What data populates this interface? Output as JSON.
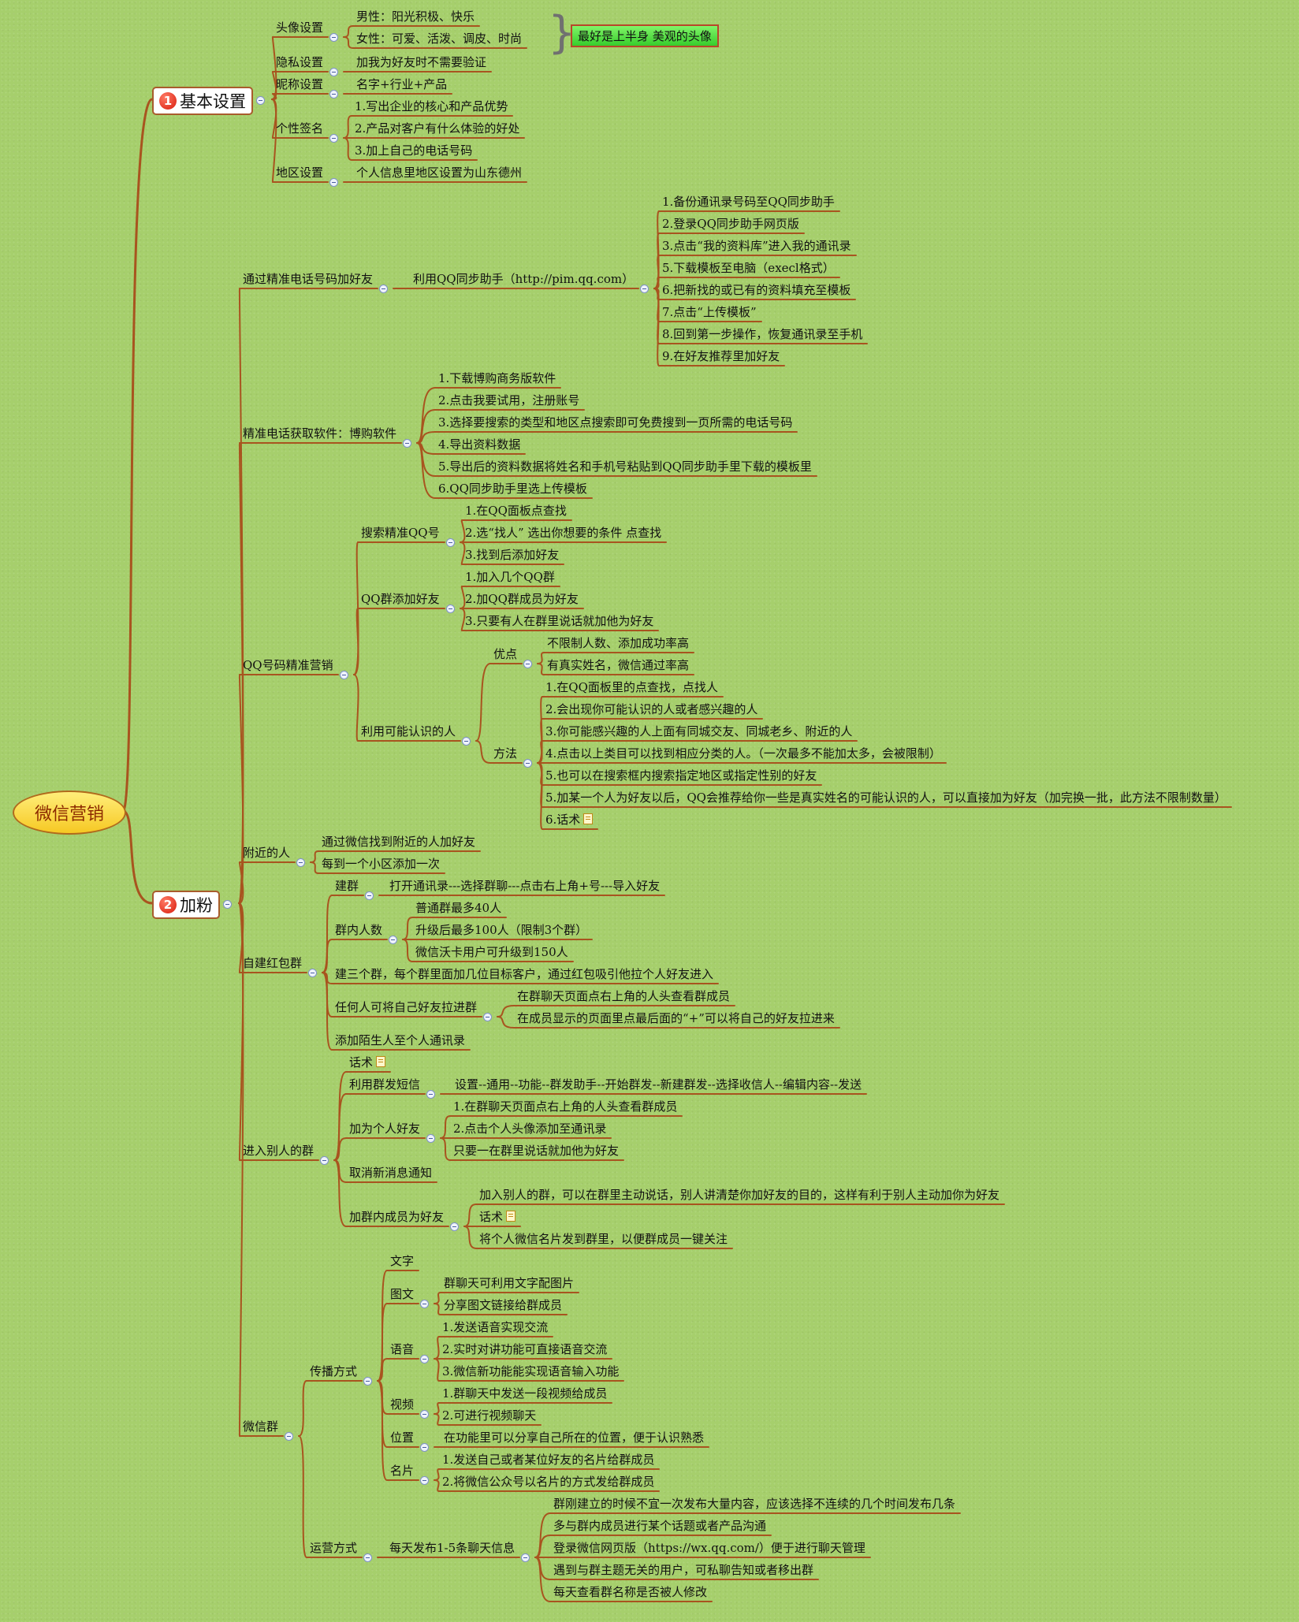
{
  "root": "微信营销",
  "branches": [
    {
      "num": "1",
      "label": "基本设置",
      "children": [
        {
          "label": "头像设置",
          "children": [
            {
              "label": "男性：阳光积极、快乐"
            },
            {
              "label": "女性：可爱、活泼、调皮、时尚"
            }
          ],
          "callout": "最好是上半身 美观的头像"
        },
        {
          "label": "隐私设置",
          "children": [
            {
              "label": "加我为好友时不需要验证"
            }
          ]
        },
        {
          "label": "昵称设置",
          "children": [
            {
              "label": "名字+行业+产品"
            }
          ]
        },
        {
          "label": "个性签名",
          "children": [
            {
              "label": "1.写出企业的核心和产品优势"
            },
            {
              "label": "2.产品对客户有什么体验的好处"
            },
            {
              "label": "3.加上自己的电话号码"
            }
          ]
        },
        {
          "label": "地区设置",
          "children": [
            {
              "label": "个人信息里地区设置为山东德州"
            }
          ]
        }
      ]
    },
    {
      "num": "2",
      "label": "加粉",
      "children": [
        {
          "label": "通过精准电话号码加好友",
          "children": [
            {
              "label": "利用QQ同步助手（http://pim.qq.com）",
              "children": [
                {
                  "label": "1.备份通讯录号码至QQ同步助手"
                },
                {
                  "label": "2.登录QQ同步助手网页版"
                },
                {
                  "label": "3.点击“我的资料库”进入我的通讯录"
                },
                {
                  "label": "5.下载模板至电脑（execl格式）"
                },
                {
                  "label": "6.把新找的或已有的资料填充至模板"
                },
                {
                  "label": "7.点击“上传模板”"
                },
                {
                  "label": "8.回到第一步操作，恢复通讯录至手机"
                },
                {
                  "label": "9.在好友推荐里加好友"
                }
              ]
            }
          ]
        },
        {
          "label": "精准电话获取软件：博购软件",
          "children": [
            {
              "label": "1.下载博购商务版软件"
            },
            {
              "label": "2.点击我要试用，注册账号"
            },
            {
              "label": "3.选择要搜索的类型和地区点搜索即可免费搜到一页所需的电话号码"
            },
            {
              "label": "4.导出资料数据"
            },
            {
              "label": "5.导出后的资料数据将姓名和手机号粘贴到QQ同步助手里下载的模板里"
            },
            {
              "label": "6.QQ同步助手里选上传模板"
            }
          ]
        },
        {
          "label": "QQ号码精准营销",
          "children": [
            {
              "label": "搜索精准QQ号",
              "children": [
                {
                  "label": "1.在QQ面板点查找"
                },
                {
                  "label": "2.选“找人” 选出你想要的条件 点查找"
                },
                {
                  "label": "3.找到后添加好友"
                }
              ]
            },
            {
              "label": "QQ群添加好友",
              "children": [
                {
                  "label": "1.加入几个QQ群"
                },
                {
                  "label": "2.加QQ群成员为好友"
                },
                {
                  "label": "3.只要有人在群里说话就加他为好友"
                }
              ]
            },
            {
              "label": "利用可能认识的人",
              "children": [
                {
                  "label": "优点",
                  "children": [
                    {
                      "label": "不限制人数、添加成功率高"
                    },
                    {
                      "label": "有真实姓名，微信通过率高"
                    }
                  ]
                },
                {
                  "label": "方法",
                  "children": [
                    {
                      "label": "1.在QQ面板里的点查找，点找人"
                    },
                    {
                      "label": "2.会出现你可能认识的人或者感兴趣的人"
                    },
                    {
                      "label": "3.你可能感兴趣的人上面有同城交友、同城老乡、附近的人"
                    },
                    {
                      "label": "4.点击以上类目可以找到相应分类的人。（一次最多不能加太多，会被限制）"
                    },
                    {
                      "label": "5.也可以在搜索框内搜索指定地区或指定性别的好友"
                    },
                    {
                      "label": "5.加某一个人为好友以后，QQ会推荐给你一些是真实姓名的可能认识的人，可以直接加为好友（加完换一批，此方法不限制数量）"
                    },
                    {
                      "label": "6.话术",
                      "note": true
                    }
                  ]
                }
              ]
            }
          ]
        },
        {
          "label": "附近的人",
          "children": [
            {
              "label": "通过微信找到附近的人加好友"
            },
            {
              "label": "每到一个小区添加一次"
            }
          ]
        },
        {
          "label": "自建红包群",
          "children": [
            {
              "label": "建群",
              "children": [
                {
                  "label": "打开通讯录---选择群聊---点击右上角+号---导入好友"
                }
              ]
            },
            {
              "label": "群内人数",
              "children": [
                {
                  "label": "普通群最多40人"
                },
                {
                  "label": "升级后最多100人（限制3个群）"
                },
                {
                  "label": "微信沃卡用户可升级到150人"
                }
              ]
            },
            {
              "label": "建三个群，每个群里面加几位目标客户，通过红包吸引他拉个人好友进入"
            },
            {
              "label": "任何人可将自己好友拉进群",
              "children": [
                {
                  "label": "在群聊天页面点右上角的人头查看群成员"
                },
                {
                  "label": "在成员显示的页面里点最后面的“+”可以将自己的好友拉进来"
                }
              ]
            },
            {
              "label": "添加陌生人至个人通讯录"
            }
          ]
        },
        {
          "label": "进入别人的群",
          "children": [
            {
              "label": "话术",
              "note": true
            },
            {
              "label": "利用群发短信",
              "children": [
                {
                  "label": "设置--通用--功能--群发助手--开始群发--新建群发--选择收信人--编辑内容--发送"
                }
              ]
            },
            {
              "label": "加为个人好友",
              "children": [
                {
                  "label": "1.在群聊天页面点右上角的人头查看群成员"
                },
                {
                  "label": "2.点击个人头像添加至通讯录"
                },
                {
                  "label": "只要一在群里说话就加他为好友"
                }
              ]
            },
            {
              "label": "取消新消息通知"
            },
            {
              "label": "加群内成员为好友",
              "children": [
                {
                  "label": "加入别人的群，可以在群里主动说话，别人讲清楚你加好友的目的，这样有利于别人主动加你为好友"
                },
                {
                  "label": "话术",
                  "note": true
                },
                {
                  "label": "将个人微信名片发到群里，以便群成员一键关注"
                }
              ]
            }
          ]
        },
        {
          "label": "微信群",
          "children": [
            {
              "label": "传播方式",
              "children": [
                {
                  "label": "文字"
                },
                {
                  "label": "图文",
                  "children": [
                    {
                      "label": "群聊天可利用文字配图片"
                    },
                    {
                      "label": "分享图文链接给群成员"
                    }
                  ]
                },
                {
                  "label": "语音",
                  "children": [
                    {
                      "label": "1.发送语音实现交流"
                    },
                    {
                      "label": "2.实时对讲功能可直接语音交流"
                    },
                    {
                      "label": "3.微信新功能能实现语音输入功能"
                    }
                  ]
                },
                {
                  "label": "视频",
                  "children": [
                    {
                      "label": "1.群聊天中发送一段视频给成员"
                    },
                    {
                      "label": "2.可进行视频聊天"
                    }
                  ]
                },
                {
                  "label": "位置",
                  "children": [
                    {
                      "label": "在功能里可以分享自己所在的位置，便于认识熟悉"
                    }
                  ]
                },
                {
                  "label": "名片",
                  "children": [
                    {
                      "label": "1.发送自己或者某位好友的名片给群成员"
                    },
                    {
                      "label": "2.将微信公众号以名片的方式发给群成员"
                    }
                  ]
                }
              ]
            },
            {
              "label": "运营方式",
              "children": [
                {
                  "label": "每天发布1-5条聊天信息",
                  "children": [
                    {
                      "label": "群刚建立的时候不宜一次发布大量内容，应该选择不连续的几个时间发布几条"
                    },
                    {
                      "label": "多与群内成员进行某个话题或者产品沟通"
                    },
                    {
                      "label": "登录微信网页版（https://wx.qq.com/）便于进行聊天管理"
                    },
                    {
                      "label": "遇到与群主题无关的用户，可私聊告知或者移出群"
                    },
                    {
                      "label": "每天查看群名称是否被人修改"
                    }
                  ]
                }
              ]
            }
          ]
        }
      ]
    }
  ],
  "colors": {
    "background": "#a6cf6c",
    "line": "#a8541f",
    "root_fill": "#f6c823",
    "callout_fill": "#5ee04c",
    "badge": "#e0261a"
  }
}
